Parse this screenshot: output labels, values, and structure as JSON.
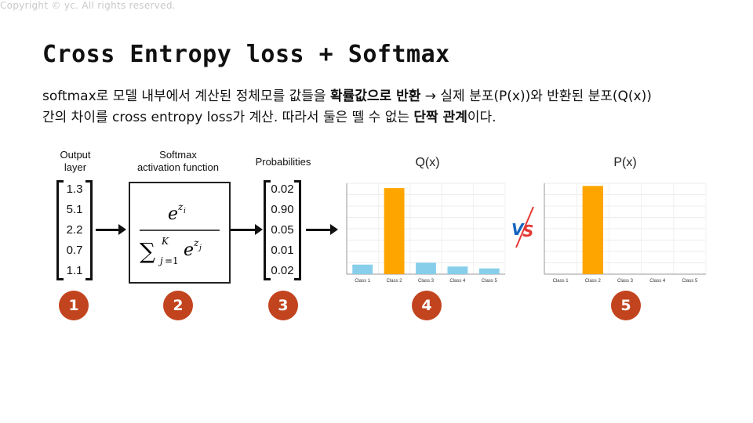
{
  "copyright": "Copyright © yc. All rights reserved.",
  "title": "Cross Entropy loss + Softmax",
  "description": {
    "line1_a": "softmax로 모델 내부에서 계산된 정체모를 값들을 ",
    "line1_b": "확률값으로 반환",
    "line1_c": " → 실제 분포(P(x))와 반환된 분포(Q(x))",
    "line2_a": "간의 차이를 cross entropy loss가 계산. 따라서 둘은 뗄 수 없는 ",
    "line2_b": "단짝 관계",
    "line2_c": "이다."
  },
  "diagram": {
    "output_label": "Output\nlayer",
    "output_values": [
      "1.3",
      "5.1",
      "2.2",
      "0.7",
      "1.1"
    ],
    "softmax_label": "Softmax\nactivation function",
    "probabilities_label": "Probabilities",
    "probability_values": [
      "0.02",
      "0.90",
      "0.05",
      "0.01",
      "0.02"
    ],
    "vs_text": "VS"
  },
  "chart_data": [
    {
      "type": "bar",
      "title": "Q(x)",
      "categories": [
        "Class 1",
        "Class 2",
        "Class 3",
        "Class 4",
        "Class 5"
      ],
      "values": [
        0.1,
        0.9,
        0.12,
        0.08,
        0.06
      ],
      "ylim": [
        0,
        0.95
      ],
      "colors": [
        "#87ceeb",
        "#ffa500",
        "#87ceeb",
        "#87ceeb",
        "#87ceeb"
      ],
      "grid": true
    },
    {
      "type": "bar",
      "title": "P(x)",
      "categories": [
        "Class 1",
        "Class 2",
        "Class 3",
        "Class 4",
        "Class 5"
      ],
      "values": [
        0,
        1.0,
        0,
        0,
        0
      ],
      "ylim": [
        0,
        1.03
      ],
      "colors": [
        "#87ceeb",
        "#ffa500",
        "#87ceeb",
        "#87ceeb",
        "#87ceeb"
      ],
      "grid": true
    }
  ],
  "badges": [
    "1",
    "2",
    "3",
    "4",
    "5"
  ],
  "colors": {
    "badge": "#c2441e",
    "vs_blue": "#1565c0",
    "vs_red": "#e53935"
  }
}
